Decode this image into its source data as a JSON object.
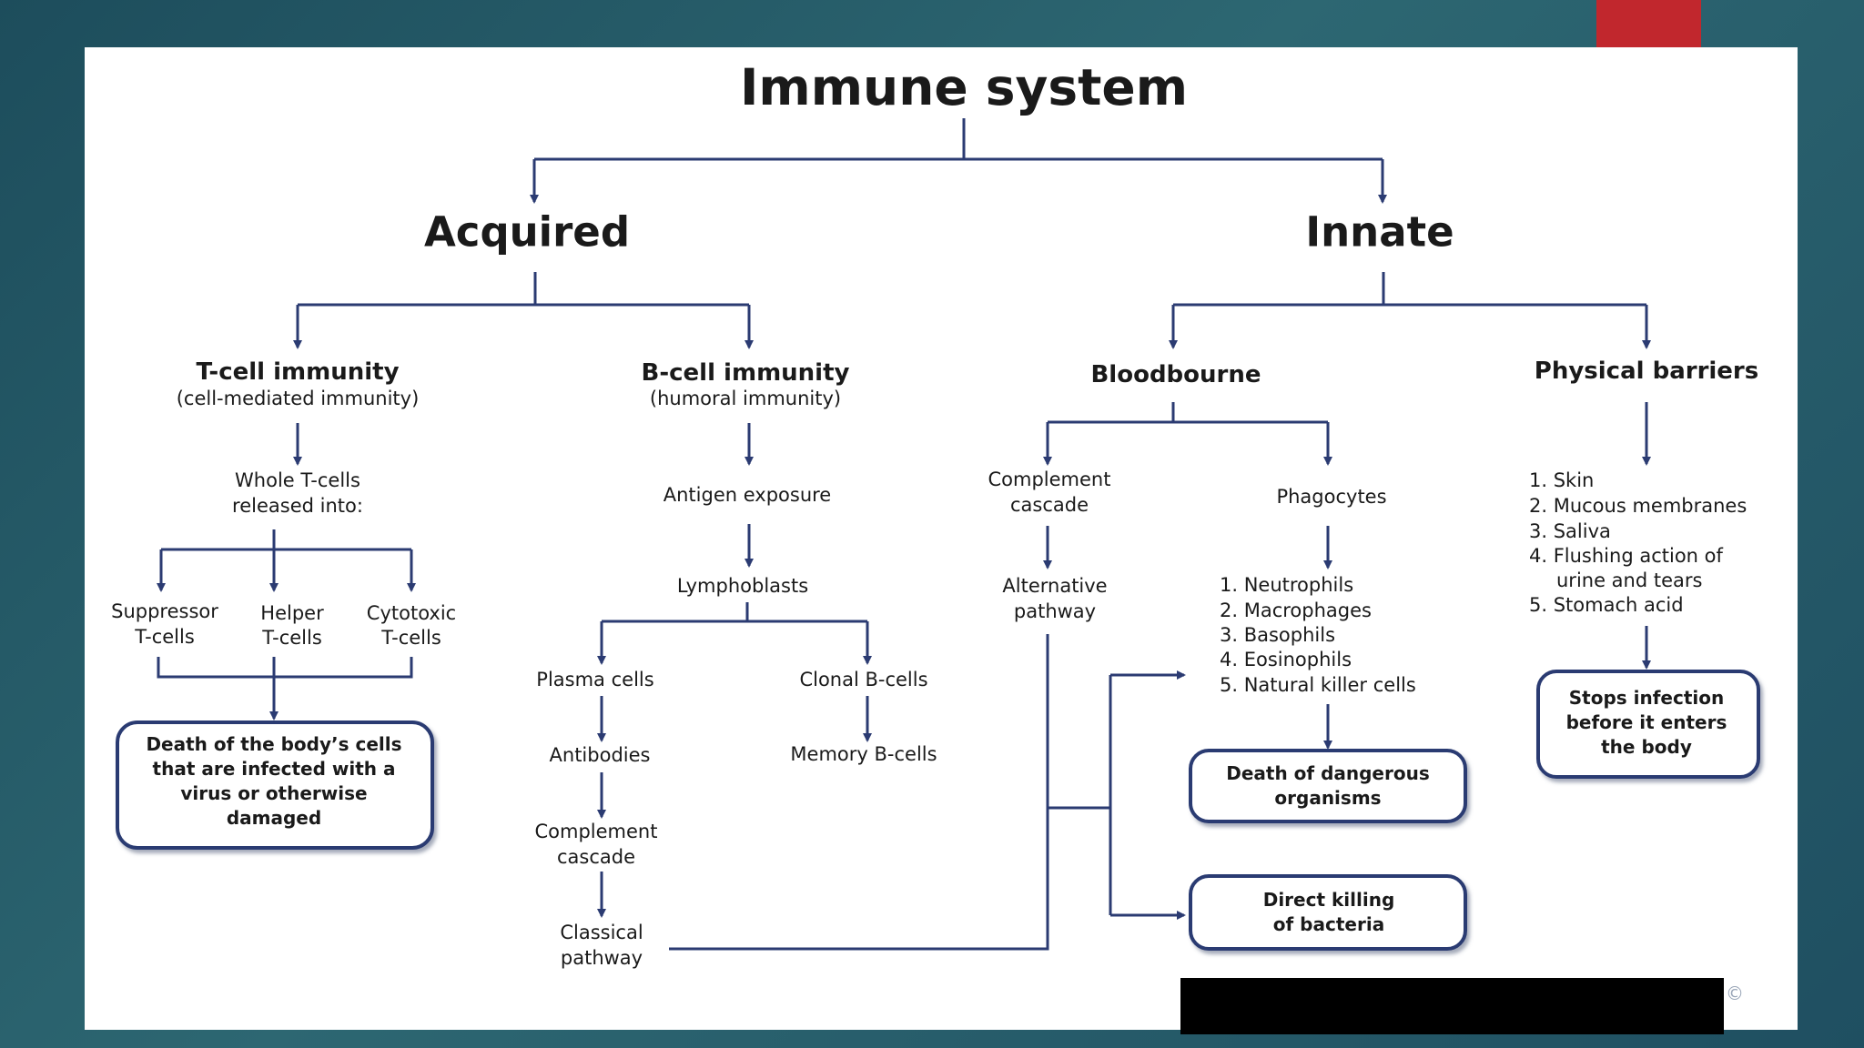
{
  "title": "Immune system",
  "acquired": {
    "label": "Acquired",
    "tcell": {
      "heading": "T-cell immunity",
      "sub": "(cell-mediated immunity)",
      "step1": [
        "Whole T-cells",
        "released into:"
      ],
      "types": [
        [
          "Suppressor",
          "T-cells"
        ],
        [
          "Helper",
          "T-cells"
        ],
        [
          "Cytotoxic",
          "T-cells"
        ]
      ],
      "result": [
        "Death of the body’s cells",
        "that are infected with a",
        "virus or otherwise",
        "damaged"
      ]
    },
    "bcell": {
      "heading": "B-cell immunity",
      "sub": "(humoral immunity)",
      "step1": "Antigen exposure",
      "step2": "Lymphoblasts",
      "plasma": "Plasma cells",
      "antibodies": "Antibodies",
      "complement": [
        "Complement",
        "cascade"
      ],
      "classical": [
        "Classical",
        "pathway"
      ],
      "clonal": "Clonal B-cells",
      "memory": "Memory B-cells"
    }
  },
  "innate": {
    "label": "Innate",
    "blood": {
      "heading": "Bloodbourne",
      "complement": [
        "Complement",
        "cascade"
      ],
      "alternative": [
        "Alternative",
        "pathway"
      ],
      "phagocytes": "Phagocytes",
      "phagocyte_list": [
        "1. Neutrophils",
        "2. Macrophages",
        "3. Basophils",
        "4. Eosinophils",
        "5. Natural killer cells"
      ],
      "result1": [
        "Death of dangerous",
        "organisms"
      ],
      "result2": [
        "Direct killing",
        "of bacteria"
      ]
    },
    "physical": {
      "heading": "Physical barriers",
      "list": [
        "1. Skin",
        "2. Mucous membranes",
        "3. Saliva",
        "4. Flushing action of",
        "urine and tears",
        "5. Stomach acid"
      ],
      "result": [
        "Stops infection",
        "before it enters",
        "the body"
      ]
    }
  },
  "copyright": "©",
  "colors": {
    "line": "#2b3b72",
    "accent": "#c1272d"
  }
}
